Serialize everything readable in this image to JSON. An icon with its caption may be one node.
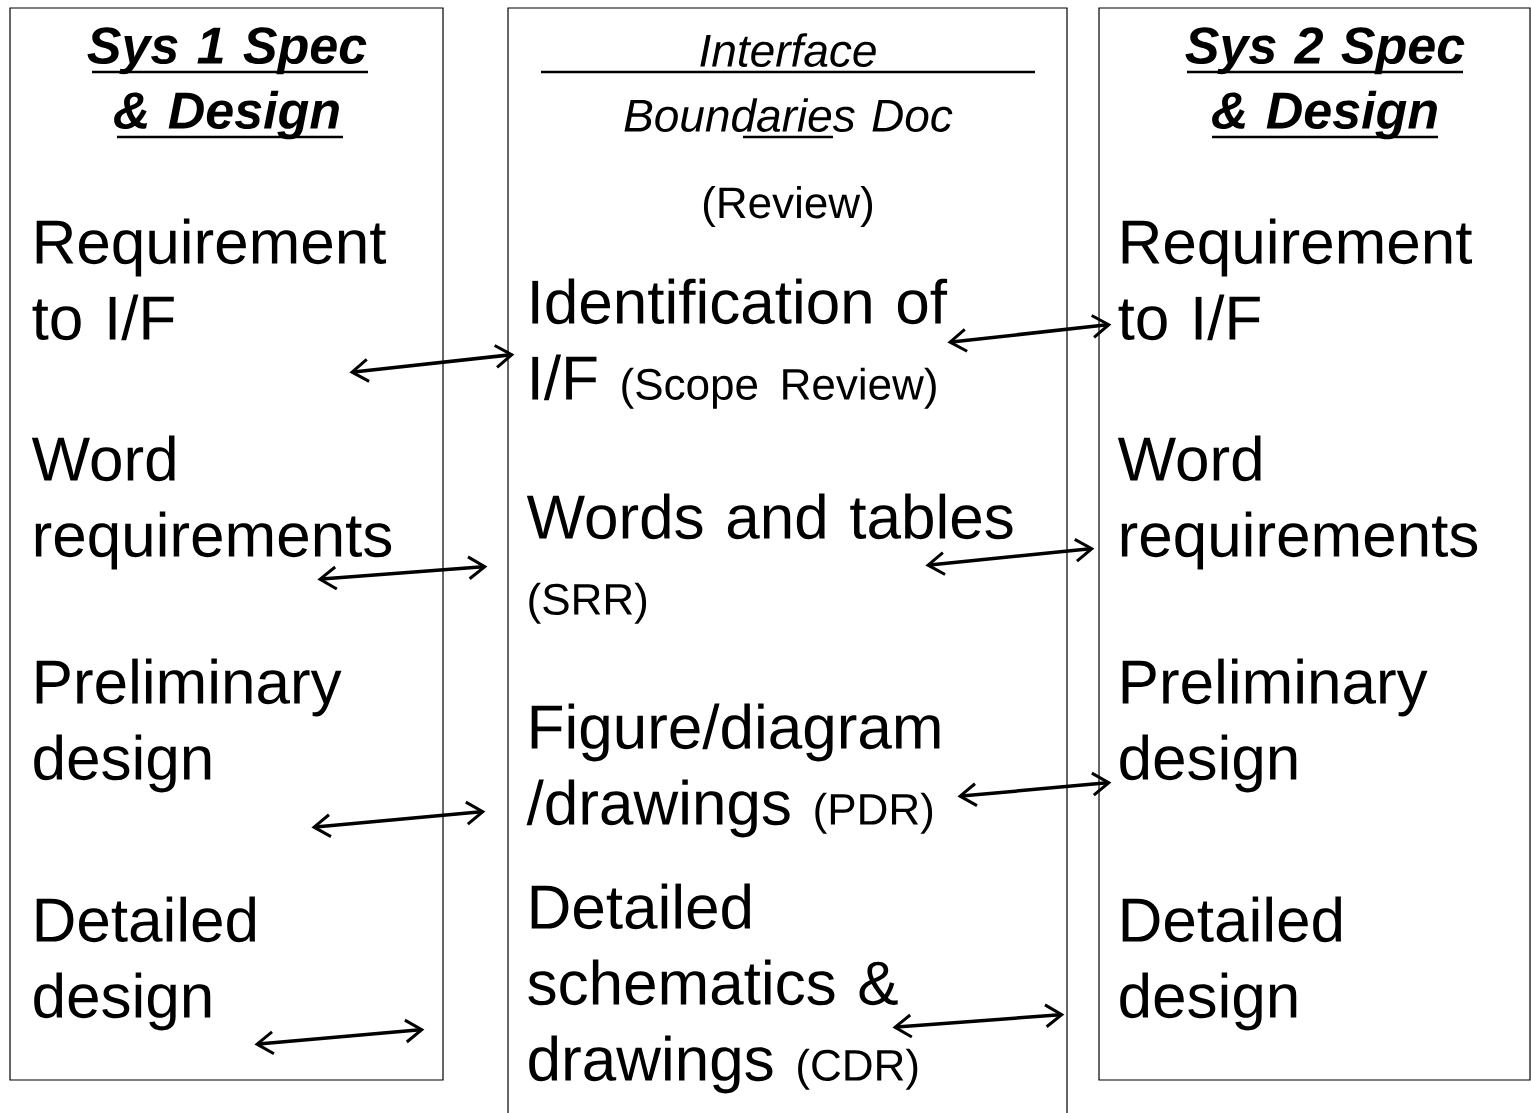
{
  "diagram": {
    "nodes": [
      {
        "text": [
          "Sys 1 Spec & Design"
        ]
      },
      {
        "text": [
          "Requirement to I/F"
        ],
        "in": 0
      },
      {
        "text": [
          "Word requirements"
        ],
        "in": 0
      },
      {
        "text": [
          "Preliminary design"
        ],
        "in": 0
      },
      {
        "text": [
          "Detailed design"
        ],
        "in": 0
      },
      {
        "text": [
          "Interface Boundaries Doc",
          "(Review)"
        ]
      },
      {
        "text": [
          "Identification of I/F",
          "(Scope Review)"
        ],
        "in": 5
      },
      {
        "text": [
          "Words and tables",
          "(SRR)"
        ],
        "in": 5
      },
      {
        "text": [
          "Figure/diagram /drawings",
          "(PDR)"
        ],
        "in": 5
      },
      {
        "text": [
          "Detailed schematics & drawings",
          "(CDR)"
        ],
        "in": 5
      },
      {
        "text": [
          "Sys 2 Spec & Design"
        ]
      },
      {
        "text": [
          "Requirement to I/F"
        ],
        "in": 10
      },
      {
        "text": [
          "Word requirements"
        ],
        "in": 10
      },
      {
        "text": [
          "Preliminary design"
        ],
        "in": 10
      },
      {
        "text": [
          "Detailed design"
        ],
        "in": 10
      }
    ],
    "edges": [
      {
        "from": 1,
        "to": 6,
        "arrow": "both"
      },
      {
        "from": 6,
        "to": 11,
        "arrow": "both"
      },
      {
        "from": 2,
        "to": 7,
        "arrow": "both"
      },
      {
        "from": 7,
        "to": 12,
        "arrow": "both"
      },
      {
        "from": 3,
        "to": 8,
        "arrow": "both"
      },
      {
        "from": 8,
        "to": 13,
        "arrow": "both"
      },
      {
        "from": 4,
        "to": 9,
        "arrow": "both"
      },
      {
        "from": 9,
        "to": 14,
        "arrow": "both"
      }
    ]
  }
}
